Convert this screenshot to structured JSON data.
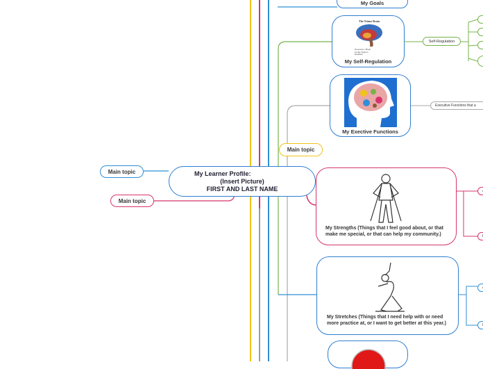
{
  "central": {
    "line1": "My Learner Profile:",
    "line2": "(Insert Picture)",
    "line3": "FIRST AND LAST NAME"
  },
  "left_topics": [
    {
      "label": "Main topic",
      "color": "#2f8fd6"
    },
    {
      "label": "Main topic",
      "color": "#d6336c"
    }
  ],
  "main_topic_yellow": {
    "label": "Main topic",
    "color": "#f2c318"
  },
  "branches": {
    "goals": {
      "label": "My Goals"
    },
    "self_regulation": {
      "label": "My Self-Regulation",
      "image_title": "The Triune Brain",
      "image_legend": [
        "Neocortex / Brain",
        "Limbic System",
        "Reptilian"
      ],
      "sub": "Self-Regulation"
    },
    "executive": {
      "label": "My Exective Functions",
      "sub": "Executive Functions that a"
    },
    "strengths": {
      "label": "My Strengths (Things that I feel good about, or that make me special, or that can help my community.)",
      "stubs": [
        "A",
        "P"
      ]
    },
    "stretches": {
      "label": "My Stretches (Things that I need help with or need more practice at, or I want to get better at this year.)",
      "stubs": [
        "A",
        "F"
      ]
    }
  },
  "colors": {
    "yellow": "#f2c318",
    "pink": "#d6336c",
    "blue": "#2f8fd6",
    "green": "#76b34a",
    "gray": "#a9a9a9",
    "card_border": "#2f7fd0"
  }
}
